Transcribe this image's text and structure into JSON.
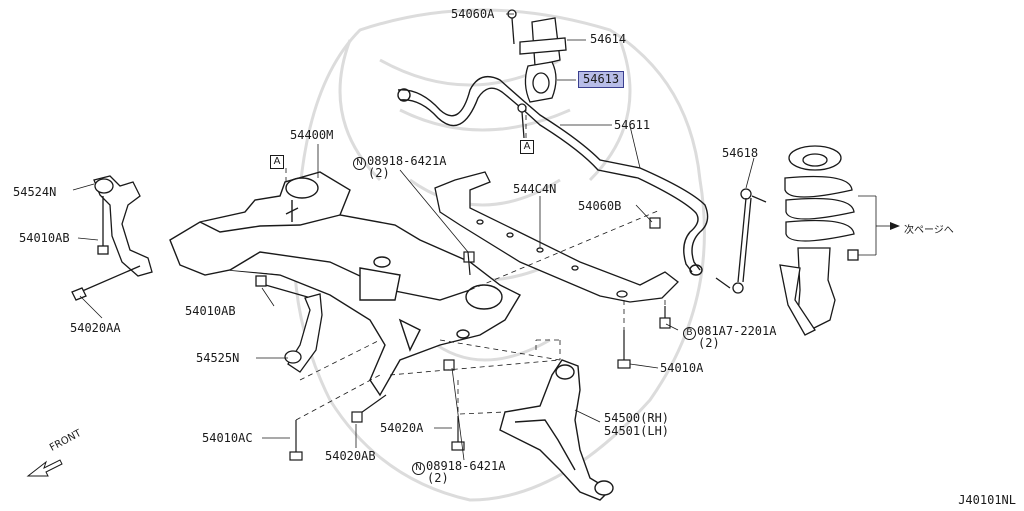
{
  "colors": {
    "line": "#1a1a1a",
    "highlight_fill": "#b8bde8",
    "highlight_border": "#3a3f8f",
    "watermark": "#d9d9d9"
  },
  "icons": {
    "ref_box": "square-letter-box",
    "circled_letter": "circled-letter",
    "direction_arrow": "arrow-icon"
  },
  "parts": {
    "p54060A_top": "54060A",
    "p54614": "54614",
    "p54613": "54613",
    "p54611": "54611",
    "p54400M": "54400M",
    "p54618": "54618",
    "p08918_top_code": "08918-6421A",
    "p08918_top_qty": "(2)",
    "p544C4N": "544C4N",
    "p54060B": "54060B",
    "p54524N": "54524N",
    "p54010AB_left": "54010AB",
    "p54020AA": "54020AA",
    "p54010AB_mid": "54010AB",
    "p54525N": "54525N",
    "p081A7_code": "081A7-2201A",
    "p081A7_qty": "(2)",
    "p54010A": "54010A",
    "p54500": "54500(RH)",
    "p54501": "54501(LH)",
    "p54010AC": "54010AC",
    "p54020A": "54020A",
    "p54020AB": "54020AB",
    "p08918_bot_code": "08918-6421A",
    "p08918_bot_qty": "(2)"
  },
  "markers": {
    "ref_a": "A",
    "n_prefix": "N",
    "b_prefix": "B"
  },
  "next_page": "次ページへ",
  "front_label": "FRONT",
  "diagram_id": "J40101NL"
}
